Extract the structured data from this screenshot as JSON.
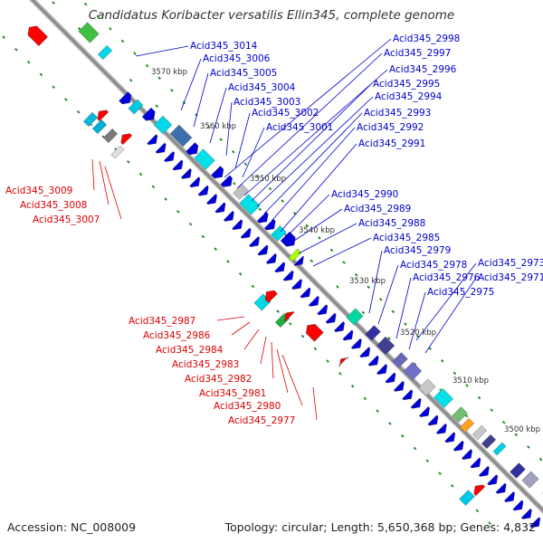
{
  "header": {
    "title": "Candidatus Koribacter versatilis Ellin345, complete genome"
  },
  "footer": {
    "accession": "Accession: NC_008009",
    "summary": "Topology: circular; Length: 5,650,368 bp; Genes: 4,832"
  },
  "colors": {
    "forward_labels": "#0000cc",
    "reverse_labels": "#dd0000",
    "forward_genes": "#0000dd",
    "reverse_genes": "#ff0000",
    "backbone": "#8e8e8e",
    "ticks": "#2b8a2b"
  },
  "scale_ticks": [
    "3570 kbp",
    "3560 kbp",
    "3550 kbp",
    "3540 kbp",
    "3530 kbp",
    "3520 kbp",
    "3510 kbp",
    "3500 kbp"
  ],
  "forward_labels": [
    "Acid345_3014",
    "Acid345_3006",
    "Acid345_3005",
    "Acid345_3004",
    "Acid345_3003",
    "Acid345_3002",
    "Acid345_3001",
    "Acid345_2998",
    "Acid345_2997",
    "Acid345_2996",
    "Acid345_2995",
    "Acid345_2994",
    "Acid345_2993",
    "Acid345_2992",
    "Acid345_2991",
    "Acid345_2990",
    "Acid345_2989",
    "Acid345_2988",
    "Acid345_2985",
    "Acid345_2979",
    "Acid345_2978",
    "Acid345_2976",
    "Acid345_2975",
    "Acid345_2973",
    "Acid345_2971"
  ],
  "reverse_labels": [
    "Acid345_3009",
    "Acid345_3008",
    "Acid345_3007",
    "Acid345_2987",
    "Acid345_2986",
    "Acid345_2984",
    "Acid345_2983",
    "Acid345_2982",
    "Acid345_2981",
    "Acid345_2980",
    "Acid345_2977"
  ]
}
